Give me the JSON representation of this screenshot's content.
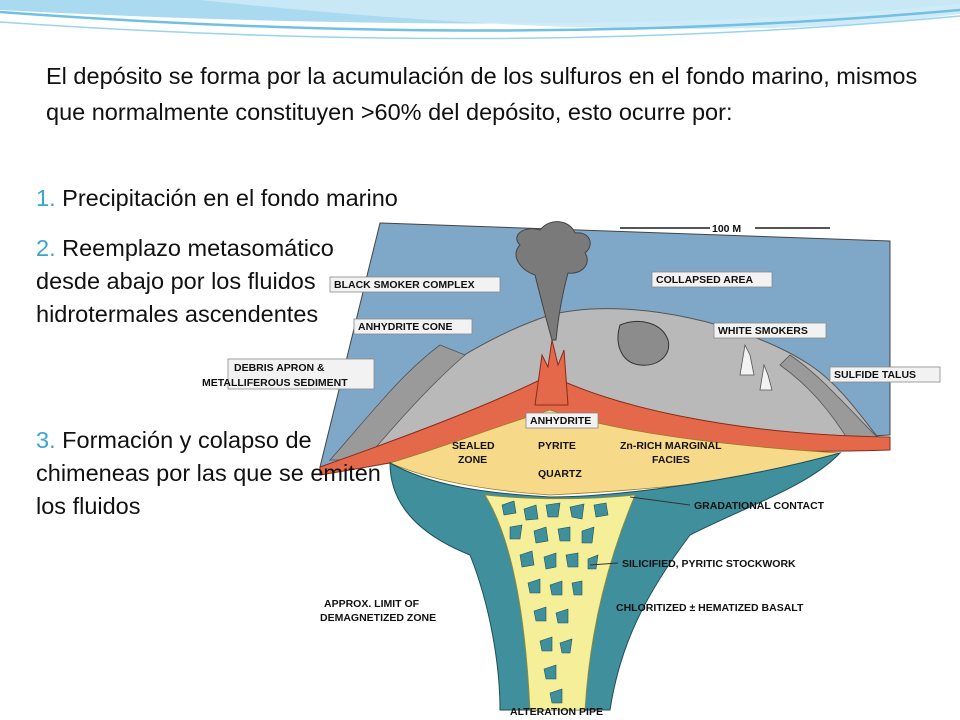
{
  "slide": {
    "intro": "El depósito se forma por la acumulación de los sulfuros en el fondo marino, mismos que normalmente constituyen >60% del depósito, esto ocurre por:",
    "items": [
      {
        "num": "1.",
        "text": "Precipitación en el fondo marino"
      },
      {
        "num": "2.",
        "text": "Reemplazo metasomático desde abajo por los fluidos hidrotermales ascendentes"
      },
      {
        "num": "3.",
        "text": "Formación y colapso de chimeneas por las que se emiten los fluidos"
      }
    ],
    "accent_color": "#3aa6c9"
  },
  "diagram": {
    "scale": "100 M",
    "labels": {
      "black_smoker": "BLACK SMOKER COMPLEX",
      "collapsed_area": "COLLAPSED AREA",
      "anhydrite_cone": "ANHYDRITE CONE",
      "white_smokers": "WHITE SMOKERS",
      "debris_1": "DEBRIS APRON &",
      "debris_2": "METALLIFEROUS SEDIMENT",
      "sulfide_talus": "SULFIDE TALUS",
      "anhydrite": "ANHYDRITE",
      "sealed_1": "SEALED",
      "sealed_2": "ZONE",
      "pyrite": "PYRITE",
      "quartz": "QUARTZ",
      "znrich_1": "Zn-RICH MARGINAL",
      "znrich_2": "FACIES",
      "gradational": "GRADATIONAL CONTACT",
      "stockwork": "SILICIFIED, PYRITIC STOCKWORK",
      "demag_1": "APPROX. LIMIT OF",
      "demag_2": "DEMAGNETIZED ZONE",
      "chloritized": "CHLORITIZED ± HEMATIZED BASALT",
      "alteration": "ALTERATION PIPE"
    }
  }
}
